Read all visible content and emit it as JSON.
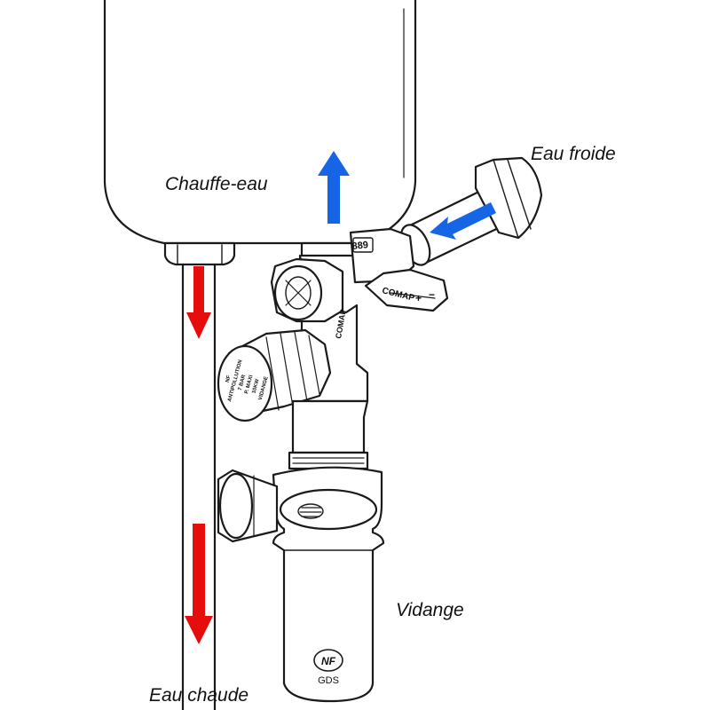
{
  "labels": {
    "water_heater": "Chauffe-eau",
    "cold_water": "Eau froide",
    "drain": "Vidange",
    "hot_water": "Eau chaude"
  },
  "markings": {
    "valve_number": "889",
    "brand": "COMAP",
    "handle_plus": "+",
    "handle_minus": "−",
    "knob_lines": [
      "NF",
      "ANTIPOLLUTION",
      "7 BAR",
      "P. MAXI",
      "10KW",
      "VIDANGE"
    ],
    "cert_logo": "NF",
    "siphon_mark": "GDS"
  },
  "colors": {
    "outline": "#1a1a1a",
    "cold_arrow": "#1565e6",
    "hot_arrow": "#e60d0d",
    "fill": "#ffffff"
  },
  "icons": {
    "flow_up": "arrow-up-icon",
    "flow_in": "arrow-down-left-icon",
    "flow_down": "arrow-down-icon"
  }
}
